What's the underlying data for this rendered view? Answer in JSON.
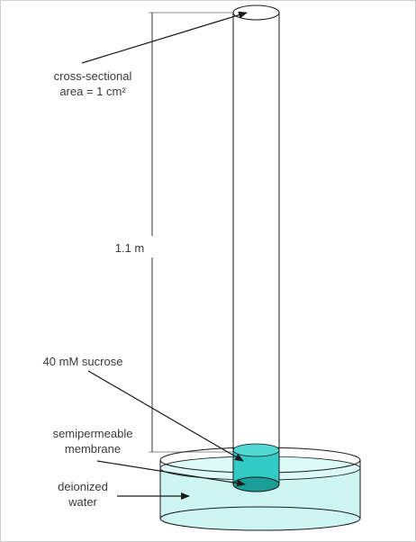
{
  "labels": {
    "area_line1": "cross-sectional",
    "area_line2": "area = 1 cm²",
    "height": "1.1 m",
    "sucrose": "40 mM sucrose",
    "membrane_line1": "semipermeable",
    "membrane_line2": "membrane",
    "water_line1": "deionized",
    "water_line2": "water"
  },
  "colors": {
    "water": "#cdf6f3",
    "solution": "#33ccc4",
    "solution_dark": "#1faaa2",
    "outline": "#1a1a1a"
  }
}
